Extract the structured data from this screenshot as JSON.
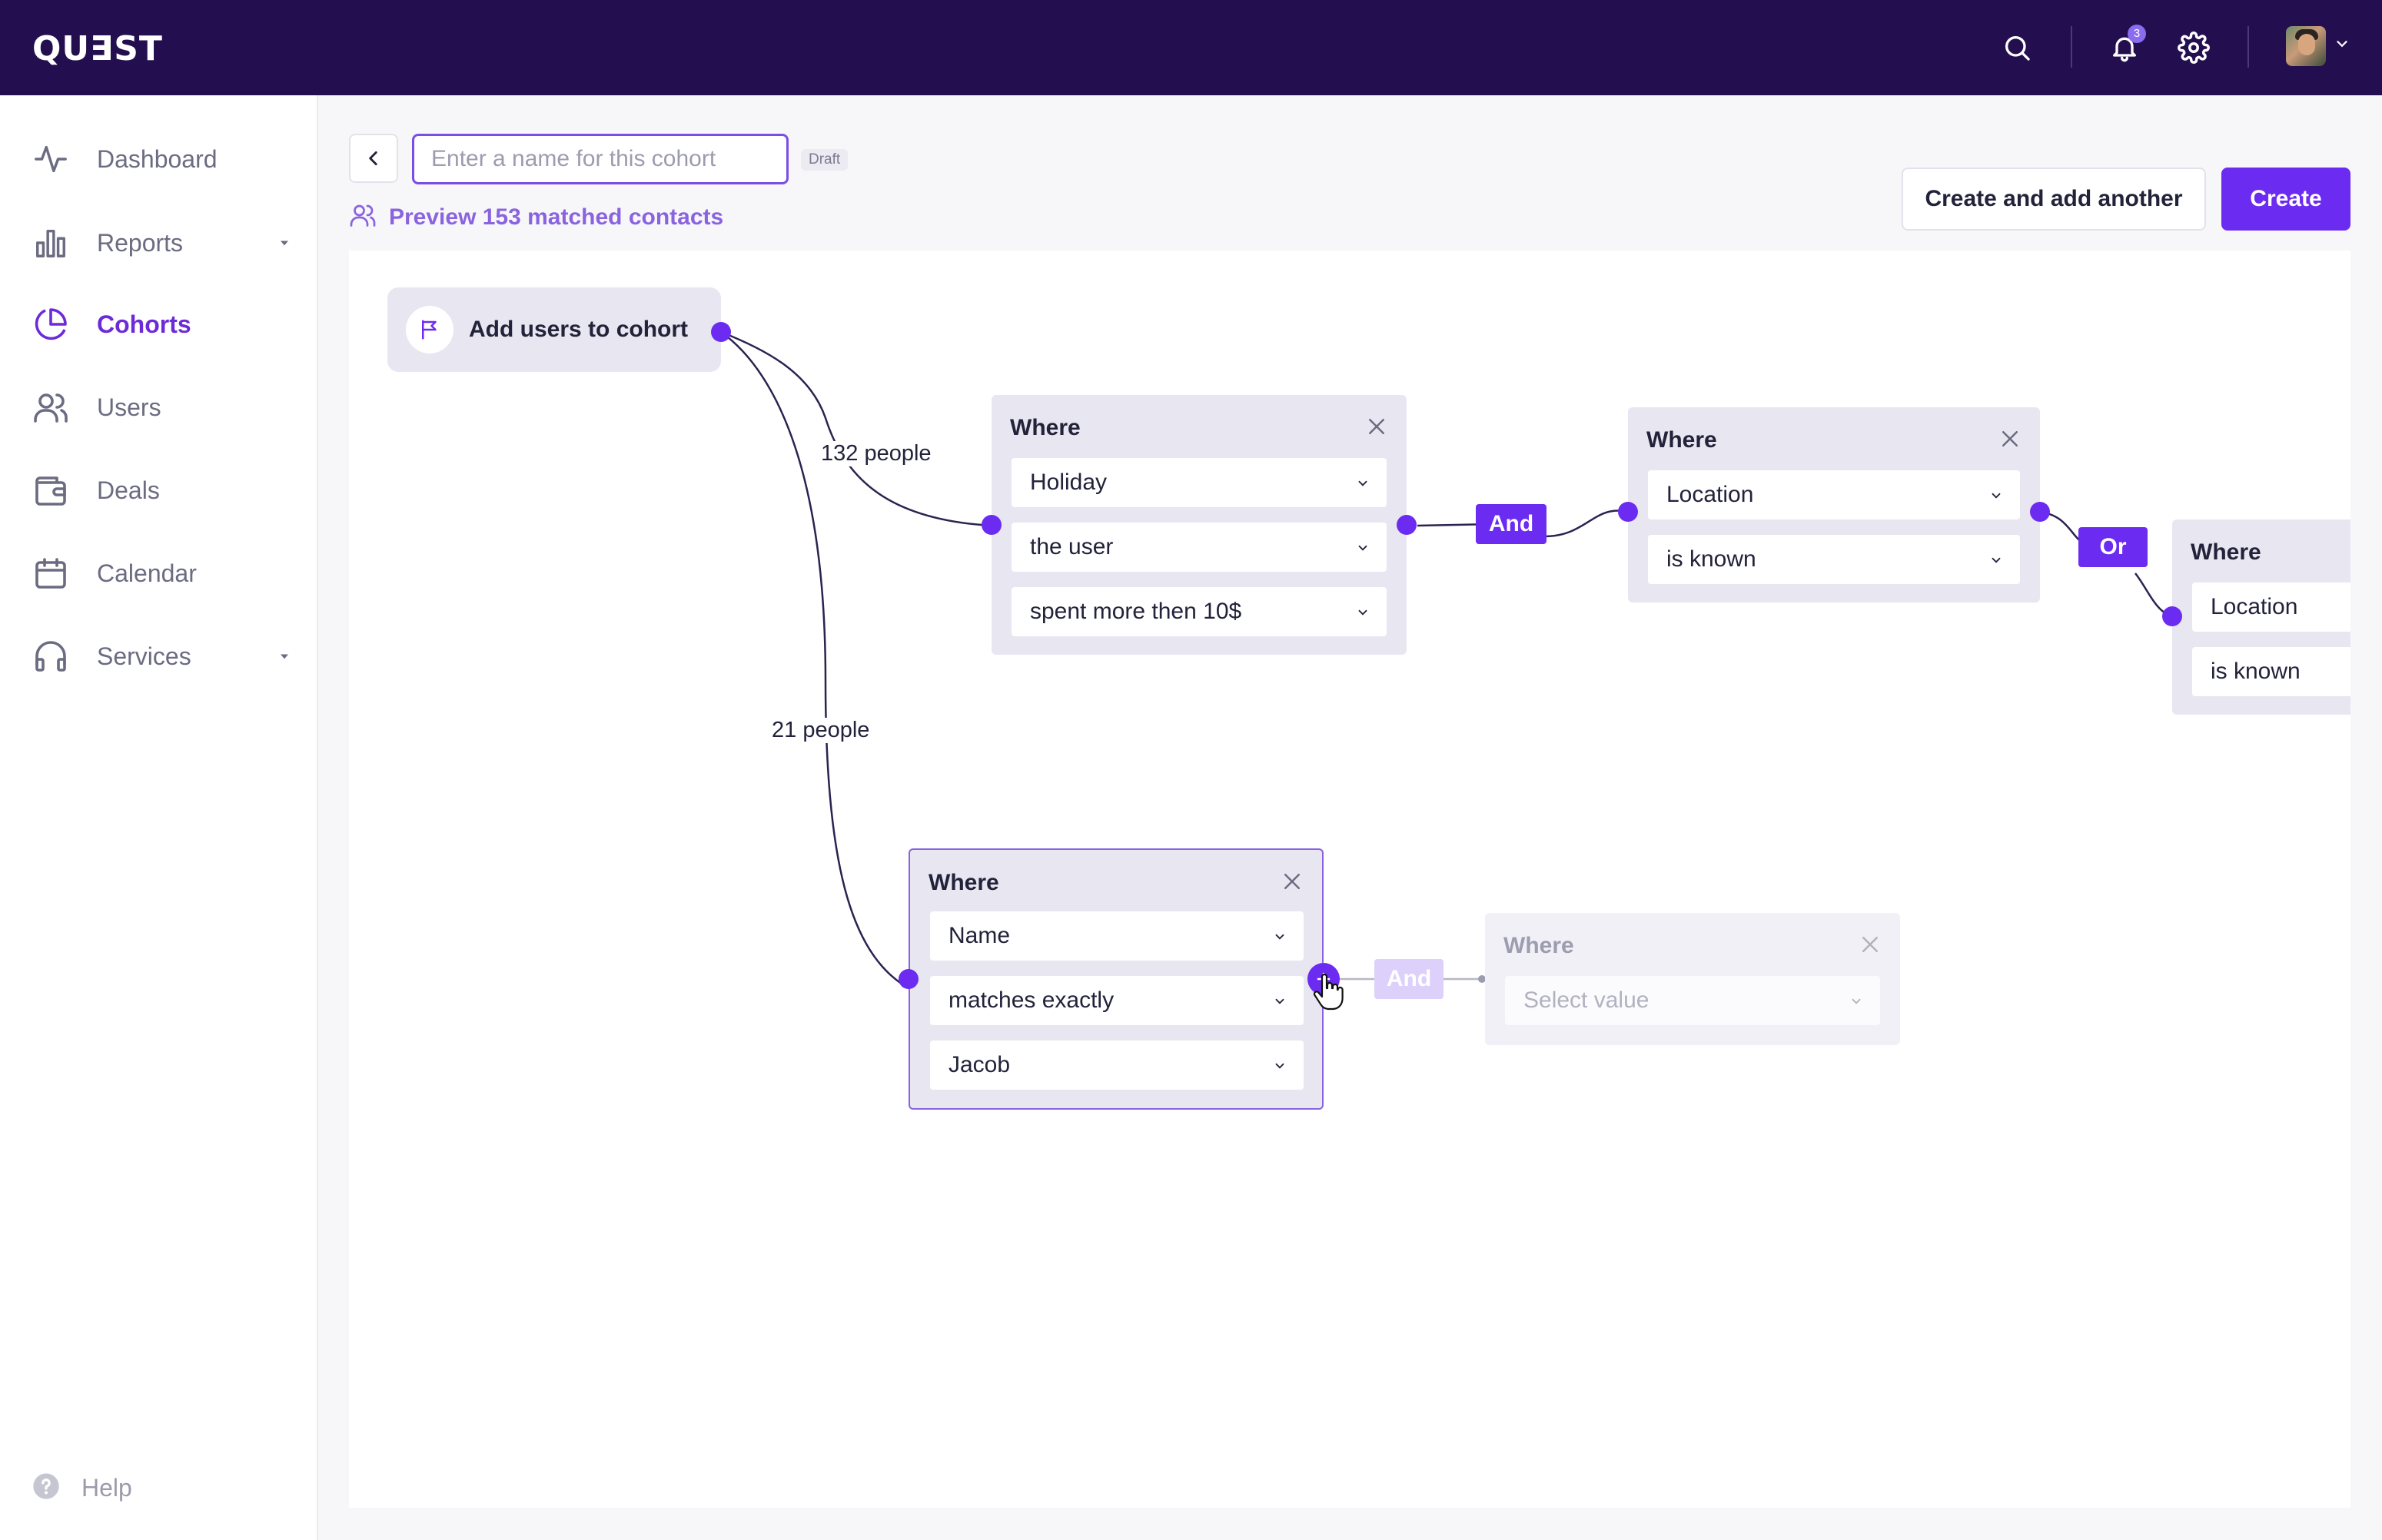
{
  "app": {
    "logo_text": "QU∃ST"
  },
  "topbar": {
    "notification_count": "3"
  },
  "sidebar": {
    "items": [
      {
        "label": "Dashboard",
        "icon": "activity-icon"
      },
      {
        "label": "Reports",
        "icon": "bar-chart-icon"
      },
      {
        "label": "Cohorts",
        "icon": "pie-chart-icon"
      },
      {
        "label": "Users",
        "icon": "users-icon"
      },
      {
        "label": "Deals",
        "icon": "wallet-icon"
      },
      {
        "label": "Calendar",
        "icon": "calendar-icon"
      },
      {
        "label": "Services",
        "icon": "headphones-icon"
      }
    ],
    "active": "Cohorts",
    "help_label": "Help"
  },
  "header": {
    "name_placeholder": "Enter a name for this cohort",
    "draft_label": "Draft",
    "preview_label": "Preview 153 matched contacts",
    "create_another_label": "Create and add another",
    "create_label": "Create"
  },
  "flow": {
    "start_label": "Add users to cohort",
    "edge_labels": {
      "top_branch": "132 people",
      "bottom_branch": "21 people"
    },
    "cards": {
      "holiday": {
        "title": "Where",
        "fields": [
          "Holiday",
          "the user",
          "spent more then 10$"
        ]
      },
      "location1": {
        "title": "Where",
        "fields": [
          "Location",
          "is known"
        ]
      },
      "location2": {
        "title": "Where",
        "fields": [
          "Location",
          "is known"
        ]
      },
      "name": {
        "title": "Where",
        "fields": [
          "Name",
          "matches exactly",
          "Jacob"
        ]
      },
      "ghost": {
        "title": "Where",
        "placeholder": "Select value"
      }
    },
    "operators": {
      "and1": "And",
      "or1": "Or",
      "and_ghost": "And"
    }
  },
  "colors": {
    "accent": "#6c2bf0",
    "topbar": "#230f4f",
    "card": "#e8e7f1"
  }
}
